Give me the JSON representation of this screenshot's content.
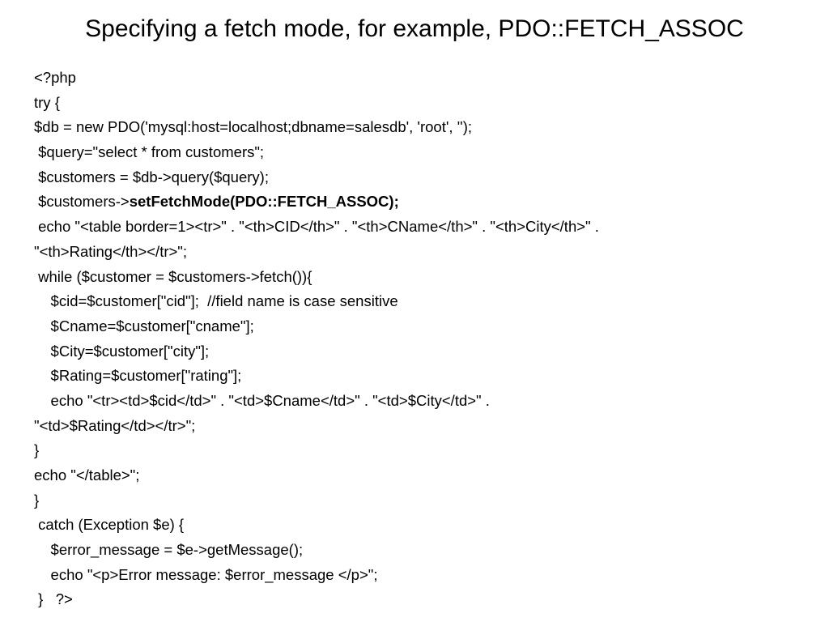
{
  "slide": {
    "title": "Specifying a fetch mode, for example, PDO::FETCH_ASSOC"
  },
  "code": {
    "lines": [
      {
        "segments": [
          {
            "text": "<?php",
            "bold": false
          }
        ]
      },
      {
        "segments": [
          {
            "text": "try {",
            "bold": false
          }
        ]
      },
      {
        "segments": [
          {
            "text": "$db = new PDO('mysql:host=localhost;dbname=salesdb', 'root', '');",
            "bold": false
          }
        ]
      },
      {
        "segments": [
          {
            "text": " $query=\"select * from customers\";",
            "bold": false
          }
        ]
      },
      {
        "segments": [
          {
            "text": " $customers = $db->query($query);",
            "bold": false
          }
        ]
      },
      {
        "segments": [
          {
            "text": " $customers->",
            "bold": false
          },
          {
            "text": "setFetchMode(PDO::FETCH_ASSOC);",
            "bold": true
          }
        ]
      },
      {
        "segments": [
          {
            "text": " echo \"<table border=1><tr>\" . \"<th>CID</th>\" . \"<th>CName</th>\" . \"<th>City</th>\" .",
            "bold": false
          }
        ]
      },
      {
        "segments": [
          {
            "text": "\"<th>Rating</th></tr>\";",
            "bold": false
          }
        ]
      },
      {
        "segments": [
          {
            "text": " while ($customer = $customers->fetch()){",
            "bold": false
          }
        ]
      },
      {
        "segments": [
          {
            "text": "    $cid=$customer[\"cid\"];  //field name is case sensitive",
            "bold": false
          }
        ]
      },
      {
        "segments": [
          {
            "text": "    $Cname=$customer[\"cname\"];",
            "bold": false
          }
        ]
      },
      {
        "segments": [
          {
            "text": "    $City=$customer[\"city\"];",
            "bold": false
          }
        ]
      },
      {
        "segments": [
          {
            "text": "    $Rating=$customer[\"rating\"];",
            "bold": false
          }
        ]
      },
      {
        "segments": [
          {
            "text": "    echo \"<tr><td>$cid</td>\" . \"<td>$Cname</td>\" . \"<td>$City</td>\" .",
            "bold": false
          }
        ]
      },
      {
        "segments": [
          {
            "text": "\"<td>$Rating</td></tr>\";",
            "bold": false
          }
        ]
      },
      {
        "segments": [
          {
            "text": "}",
            "bold": false
          }
        ]
      },
      {
        "segments": [
          {
            "text": "echo \"</table>\";",
            "bold": false
          }
        ]
      },
      {
        "segments": [
          {
            "text": "}",
            "bold": false
          }
        ]
      },
      {
        "segments": [
          {
            "text": " catch (Exception $e) {",
            "bold": false
          }
        ]
      },
      {
        "segments": [
          {
            "text": "    $error_message = $e->getMessage();",
            "bold": false
          }
        ]
      },
      {
        "segments": [
          {
            "text": "    echo \"<p>Error message: $error_message </p>\";",
            "bold": false
          }
        ]
      },
      {
        "segments": [
          {
            "text": " }   ?>",
            "bold": false
          }
        ]
      }
    ]
  }
}
